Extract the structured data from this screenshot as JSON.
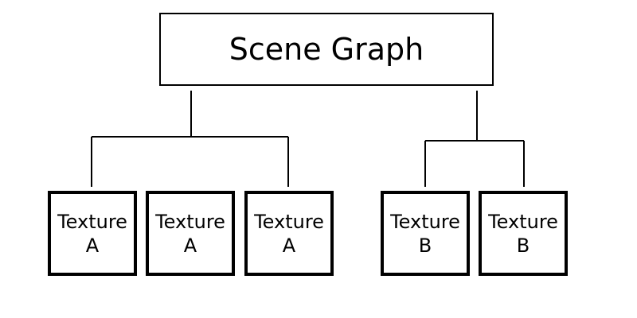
{
  "diagram": {
    "root": {
      "title": "Scene Graph"
    },
    "groups": [
      {
        "leaves": [
          {
            "line1": "Texture",
            "line2": "A"
          },
          {
            "line1": "Texture",
            "line2": "A"
          },
          {
            "line1": "Texture",
            "line2": "A"
          }
        ]
      },
      {
        "leaves": [
          {
            "line1": "Texture",
            "line2": "B"
          },
          {
            "line1": "Texture",
            "line2": "B"
          }
        ]
      }
    ]
  }
}
